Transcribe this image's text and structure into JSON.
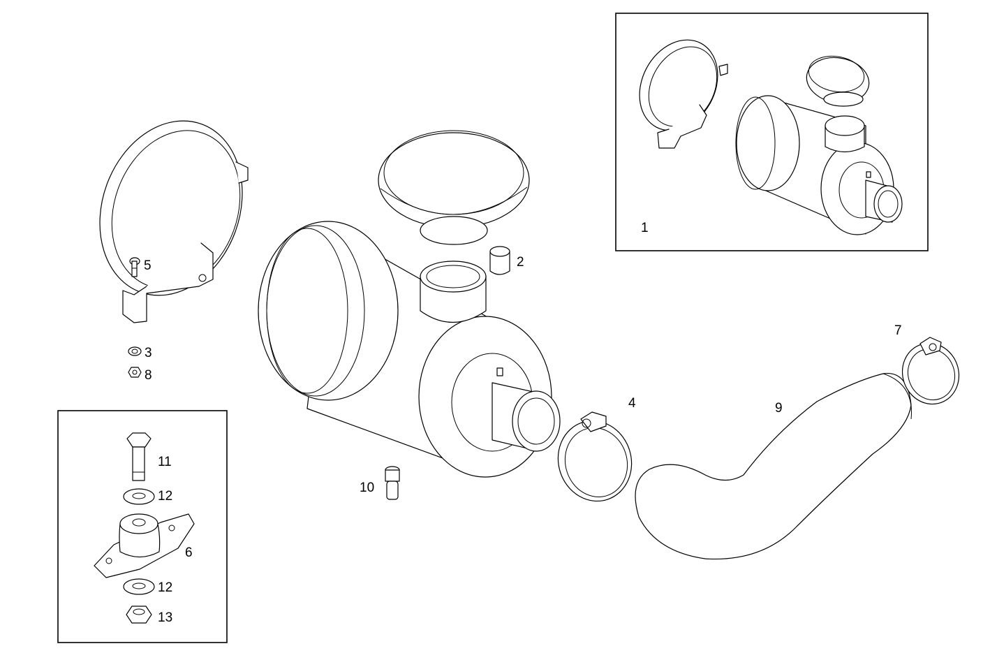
{
  "labels": {
    "l1": "1",
    "l2": "2",
    "l3": "3",
    "l4": "4",
    "l5": "5",
    "l6": "6",
    "l7": "7",
    "l8": "8",
    "l9": "9",
    "l10": "10",
    "l11": "11",
    "l12a": "12",
    "l12b": "12",
    "l13": "13"
  },
  "colors": {
    "line": "#000000",
    "background": "#ffffff"
  }
}
